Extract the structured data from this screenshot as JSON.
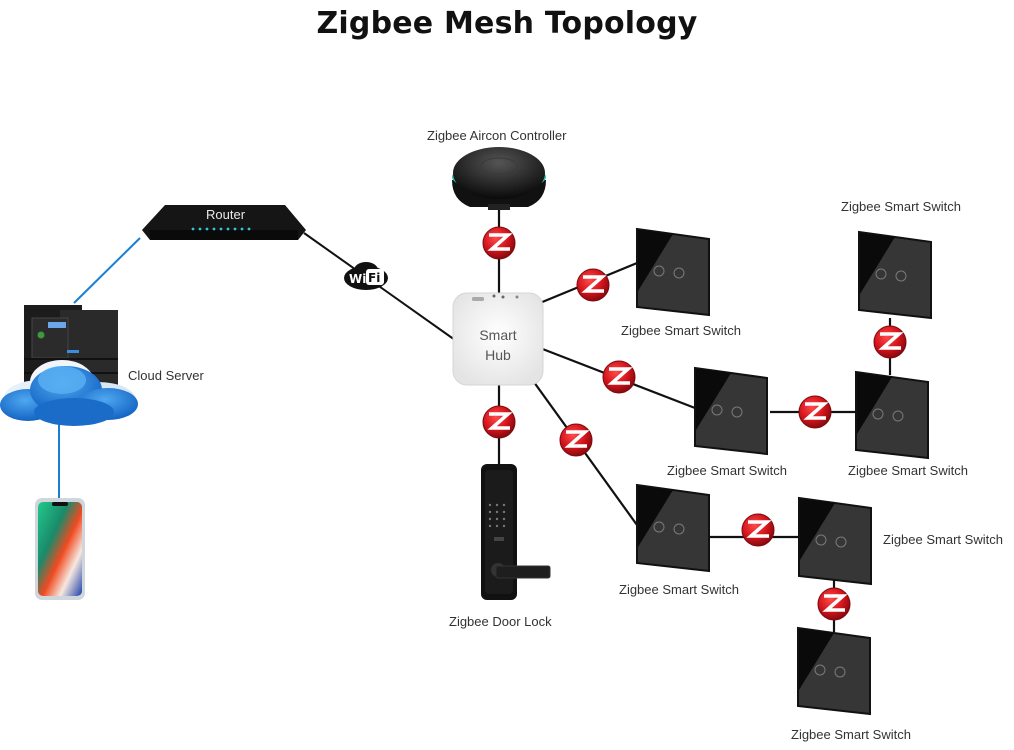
{
  "title": "Zigbee Mesh Topology",
  "colors": {
    "zigbee_badge": "#d3141c",
    "wifi_link": "#1a7fd4",
    "link": "#111111",
    "switch_panel": "#3a3a3a",
    "hub_body": "#eeeeee",
    "aircon_ring": "#29c3b0"
  },
  "nodes": {
    "router": {
      "label": "Router",
      "icon": "router-icon"
    },
    "cloud_server": {
      "label": "Cloud Server",
      "icon": "cloud-server-icon"
    },
    "phone": {
      "label": "",
      "icon": "smartphone-icon"
    },
    "wifi": {
      "label": "WiFi",
      "icon": "wifi-badge-icon"
    },
    "hub": {
      "label_line1": "Smart",
      "label_line2": "Hub",
      "icon": "smart-hub-icon"
    },
    "aircon": {
      "label": "Zigbee Aircon Controller",
      "icon": "aircon-controller-icon"
    },
    "door_lock": {
      "label": "Zigbee Door Lock",
      "icon": "door-lock-icon"
    },
    "switches": [
      {
        "id": "s1",
        "label": "Zigbee Smart Switch"
      },
      {
        "id": "s2",
        "label": "Zigbee Smart Switch"
      },
      {
        "id": "s3",
        "label": "Zigbee Smart Switch"
      },
      {
        "id": "s4",
        "label": "Zigbee Smart Switch"
      },
      {
        "id": "s5",
        "label": "Zigbee Smart Switch"
      },
      {
        "id": "s6",
        "label": "Zigbee Smart Switch"
      },
      {
        "id": "s7",
        "label": "Zigbee Smart Switch"
      }
    ]
  },
  "links": [
    {
      "from": "phone",
      "to": "cloud_server",
      "type": "wifi"
    },
    {
      "from": "cloud_server",
      "to": "router",
      "type": "wifi"
    },
    {
      "from": "router",
      "to": "hub",
      "type": "wifi"
    },
    {
      "from": "hub",
      "to": "aircon",
      "type": "zigbee"
    },
    {
      "from": "hub",
      "to": "door_lock",
      "type": "zigbee"
    },
    {
      "from": "hub",
      "to": "s1",
      "type": "zigbee"
    },
    {
      "from": "hub",
      "to": "s2",
      "type": "zigbee"
    },
    {
      "from": "hub",
      "to": "s3",
      "type": "zigbee"
    },
    {
      "from": "s2",
      "to": "s4",
      "type": "zigbee"
    },
    {
      "from": "s4",
      "to": "s5",
      "type": "zigbee"
    },
    {
      "from": "s3",
      "to": "s6",
      "type": "zigbee"
    },
    {
      "from": "s6",
      "to": "s7",
      "type": "zigbee"
    }
  ]
}
